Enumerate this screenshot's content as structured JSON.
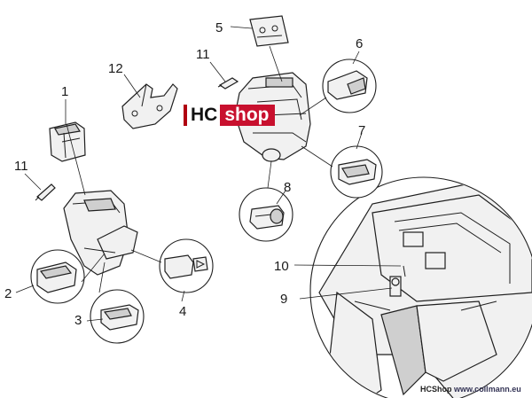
{
  "callouts": {
    "c1": "1",
    "c2": "2",
    "c3": "3",
    "c4": "4",
    "c5": "5",
    "c6": "6",
    "c7": "7",
    "c8": "8",
    "c9": "9",
    "c10": "10",
    "c11a": "11",
    "c11b": "11",
    "c12": "12"
  },
  "watermark": {
    "left": "HC",
    "right": "shop"
  },
  "footer": {
    "brand": "HCShop",
    "url": "www.collmann.eu"
  }
}
